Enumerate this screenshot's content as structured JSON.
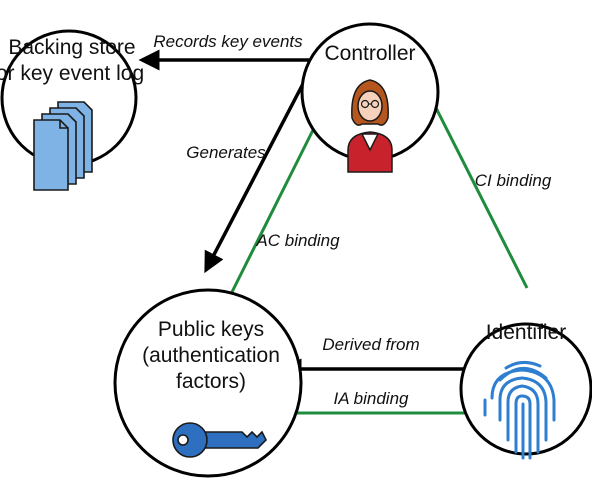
{
  "nodes": {
    "backing_store": {
      "line1": "Backing store",
      "line2": "or key event log",
      "icon": "documents-stack-icon"
    },
    "controller": {
      "label": "Controller",
      "icon": "person-icon"
    },
    "public_keys": {
      "line1": "Public keys",
      "line2": "(authentication",
      "line3": "factors)",
      "icon": "key-icon"
    },
    "identifier": {
      "label": "Identifier",
      "icon": "fingerprint-icon"
    }
  },
  "edges": {
    "records": "Records key events",
    "generates": "Generates",
    "ac_binding": "AC binding",
    "ci_binding": "CI binding",
    "derived_from": "Derived from",
    "ia_binding": "IA binding"
  },
  "colors": {
    "arrow": "#000000",
    "binding": "#1e8c3c",
    "document_fill": "#7fb3e6",
    "key_fill": "#2f6fc0",
    "fingerprint": "#2f7fd0",
    "person_jacket": "#c8232c",
    "person_hair": "#b5561f"
  }
}
